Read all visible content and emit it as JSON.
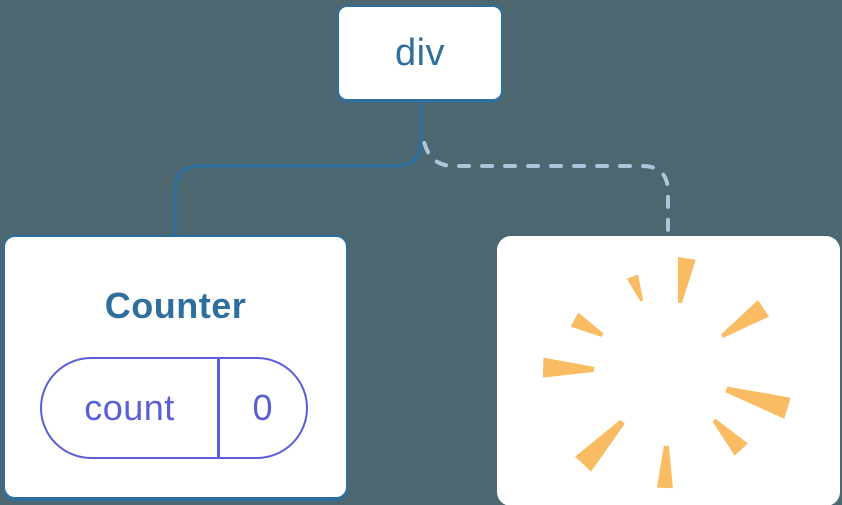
{
  "colors": {
    "background": "#4D6770",
    "primary_blue": "#2E6F9E",
    "dashed_light_blue": "#A9C6DB",
    "state_indigo": "#5A5FD6",
    "burst_orange": "#F9BC62"
  },
  "tree": {
    "root_node": {
      "label": "div"
    },
    "kept_child": {
      "title": "Counter",
      "state": {
        "key": "count",
        "value": "0"
      }
    },
    "removed_child": {
      "icon": "starburst-icon"
    }
  }
}
